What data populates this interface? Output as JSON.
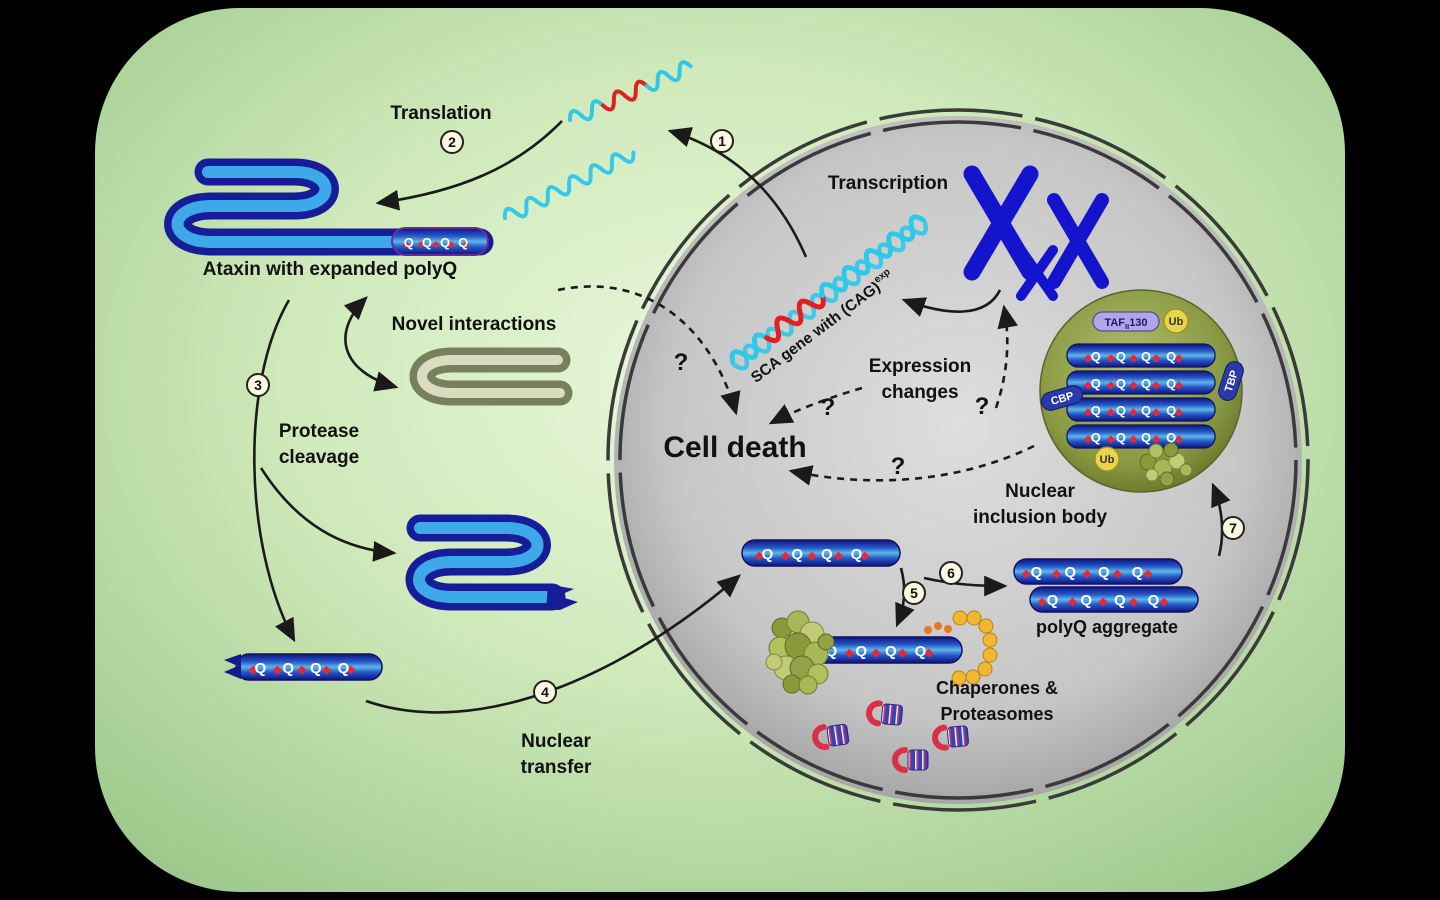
{
  "labels": {
    "translation": "Translation",
    "transcription": "Transcription",
    "ataxin": "Ataxin with expanded polyQ",
    "novel_interactions": "Novel interactions",
    "protease_line1": "Protease",
    "protease_line2": "cleavage",
    "cell_death": "Cell death",
    "expression_line1": "Expression",
    "expression_line2": "changes",
    "nib_line1": "Nuclear",
    "nib_line2": "inclusion body",
    "polyq_aggregate": "polyQ aggregate",
    "chaperones_line1": "Chaperones &",
    "chaperones_line2": "Proteasomes",
    "nuclear_transfer_line1": "Nuclear",
    "nuclear_transfer_line2": "transfer",
    "sca_gene_main": "SCA gene with (CAG)",
    "sca_gene_sup": "exp",
    "question_mark": "?"
  },
  "steps": {
    "s1": "1",
    "s2": "2",
    "s3": "3",
    "s4": "4",
    "s5": "5",
    "s6": "6",
    "s7": "7"
  },
  "polyq": {
    "label": "QQQQ",
    "diamonds": "◆◆◆◆◆"
  },
  "molecules": {
    "taf": "TAF",
    "taf_sub": "II",
    "taf_num": "130",
    "ub": "Ub",
    "tbp": "TBP",
    "cbp": "CBP"
  },
  "colors": {
    "background_green": "#c8e6b4",
    "nucleus_gray": "#c4c4c4",
    "polyq_blue": "#2858c8",
    "diamond_red": "#e02838",
    "chromosome_blue": "#1414cc",
    "inclusion_olive": "#8a9a44",
    "mrna_cyan": "#30c8e8",
    "mrna_red": "#e02020"
  }
}
